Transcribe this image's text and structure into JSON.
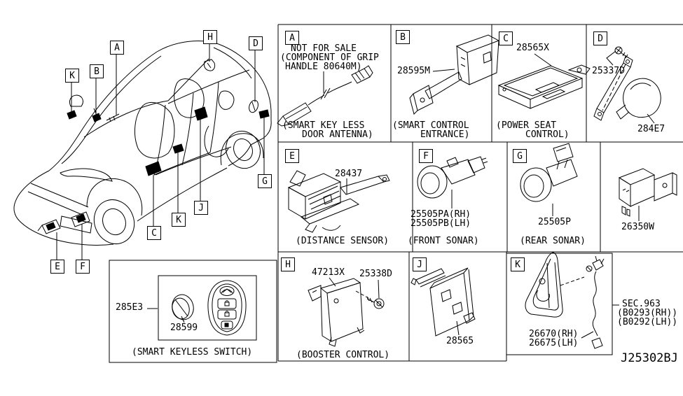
{
  "footer": {
    "code": "J25302BJ"
  },
  "vehicle_callouts": [
    {
      "letter": "K"
    },
    {
      "letter": "B"
    },
    {
      "letter": "A"
    },
    {
      "letter": "H"
    },
    {
      "letter": "D"
    },
    {
      "letter": "G"
    },
    {
      "letter": "C"
    },
    {
      "letter": "K"
    },
    {
      "letter": "J"
    },
    {
      "letter": "E"
    },
    {
      "letter": "F"
    }
  ],
  "panels": {
    "a": {
      "letter": "A",
      "note1": "NOT FOR SALE",
      "note2": "(COMPONENT OF GRIP",
      "note3": "HANDLE 80640M)",
      "cap1": "(SMART KEY LESS",
      "cap2": "DOOR ANTENNA)"
    },
    "b": {
      "letter": "B",
      "part": "28595M",
      "cap1": "(SMART CONTROL",
      "cap2": "ENTRANCE)"
    },
    "c": {
      "letter": "C",
      "part": "28565X",
      "cap1": "(POWER SEAT",
      "cap2": "CONTROL)"
    },
    "d": {
      "letter": "D",
      "part1": "25337D",
      "part2": "284E7"
    },
    "e": {
      "letter": "E",
      "part": "28437",
      "cap": "(DISTANCE SENSOR)"
    },
    "f": {
      "letter": "F",
      "part1": "25505PA(RH)",
      "part2": "25505PB(LH)",
      "cap": "(FRONT SONAR)"
    },
    "g": {
      "letter": "G",
      "part": "25505P",
      "cap": "(REAR SONAR)"
    },
    "relay": {
      "part": "26350W"
    },
    "keyless": {
      "part": "285E3",
      "battery": "28599",
      "cap": "(SMART KEYLESS SWITCH)"
    },
    "h": {
      "letter": "H",
      "part1": "47213X",
      "part2": "25338D",
      "cap": "(BOOSTER CONTROL)"
    },
    "j": {
      "letter": "J",
      "part": "28565"
    },
    "k": {
      "letter": "K",
      "part1": "26670(RH)",
      "part2": "26675(LH)",
      "sec": "SEC.963",
      "sec1": "(B0293(RH))",
      "sec2": "(B0292(LH))"
    }
  }
}
